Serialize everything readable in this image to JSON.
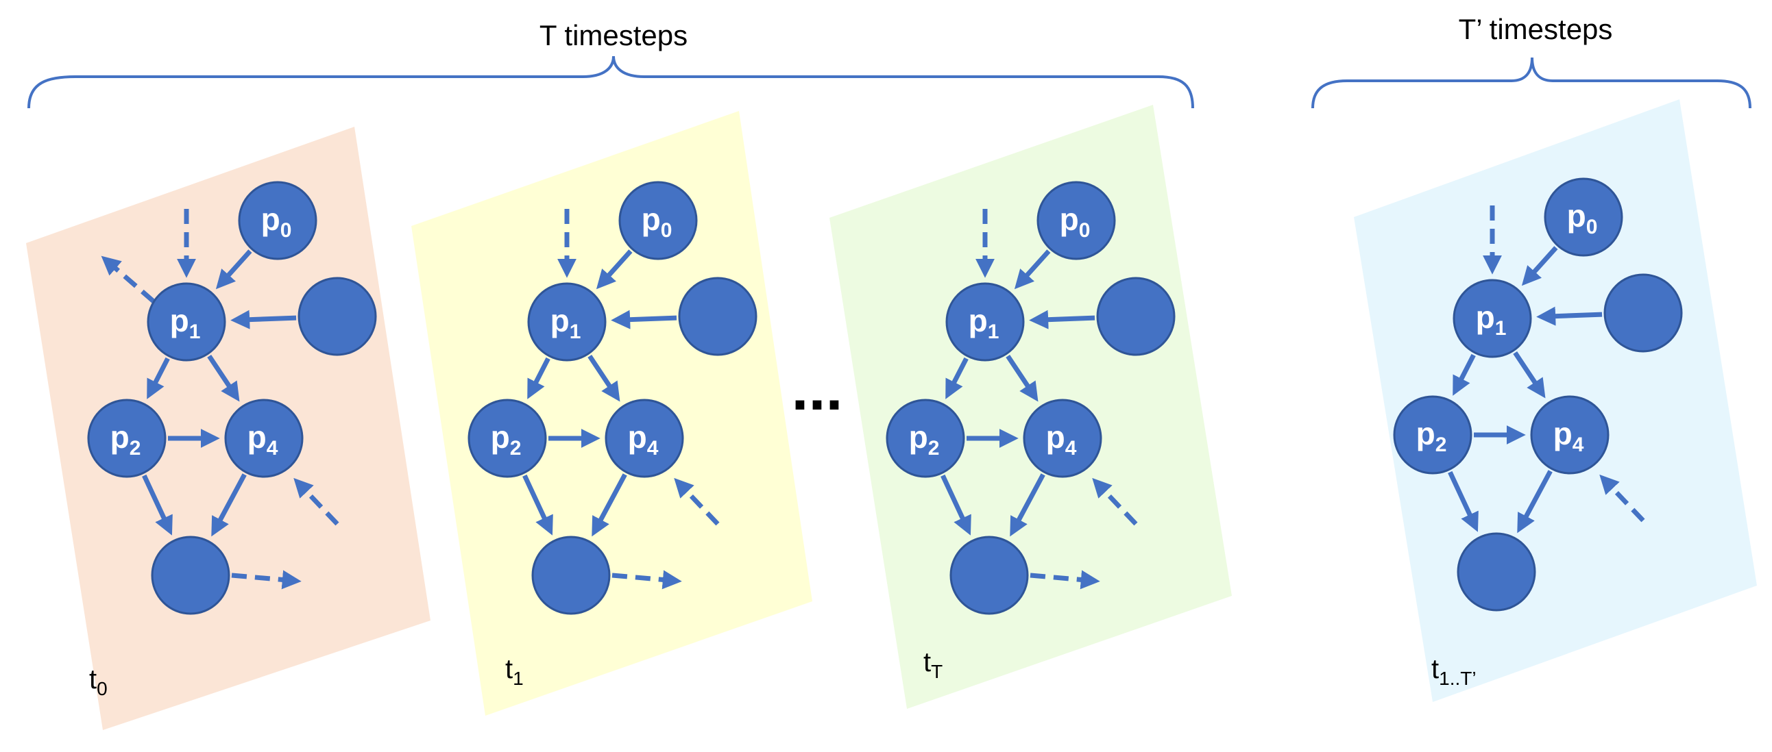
{
  "braces": {
    "t_label": "T timesteps",
    "tprime_label": "T’ timesteps"
  },
  "ellipsis": "...",
  "nodes": {
    "p0_main": "p",
    "p0_sub": "0",
    "p1_main": "p",
    "p1_sub": "1",
    "p2_main": "p",
    "p2_sub": "2",
    "p4_main": "p",
    "p4_sub": "4"
  },
  "panels": [
    {
      "id": "t0",
      "color": "#FBE5D6",
      "label_main": "t",
      "label_sub": "0",
      "external_edges": true
    },
    {
      "id": "t1",
      "color": "#FFFFD5",
      "label_main": "t",
      "label_sub": "1",
      "external_edges": true
    },
    {
      "id": "tT",
      "color": "#EDFBE1",
      "label_main": "t",
      "label_sub": "T",
      "external_edges": true
    },
    {
      "id": "t1T",
      "color": "#E6F6FD",
      "label_main": "t",
      "label_sub": "1..T’",
      "external_edges": false
    }
  ],
  "colors": {
    "node_fill": "#4472C4",
    "node_stroke": "#2F5597",
    "edge": "#4472C4",
    "brace": "#4472C4"
  }
}
